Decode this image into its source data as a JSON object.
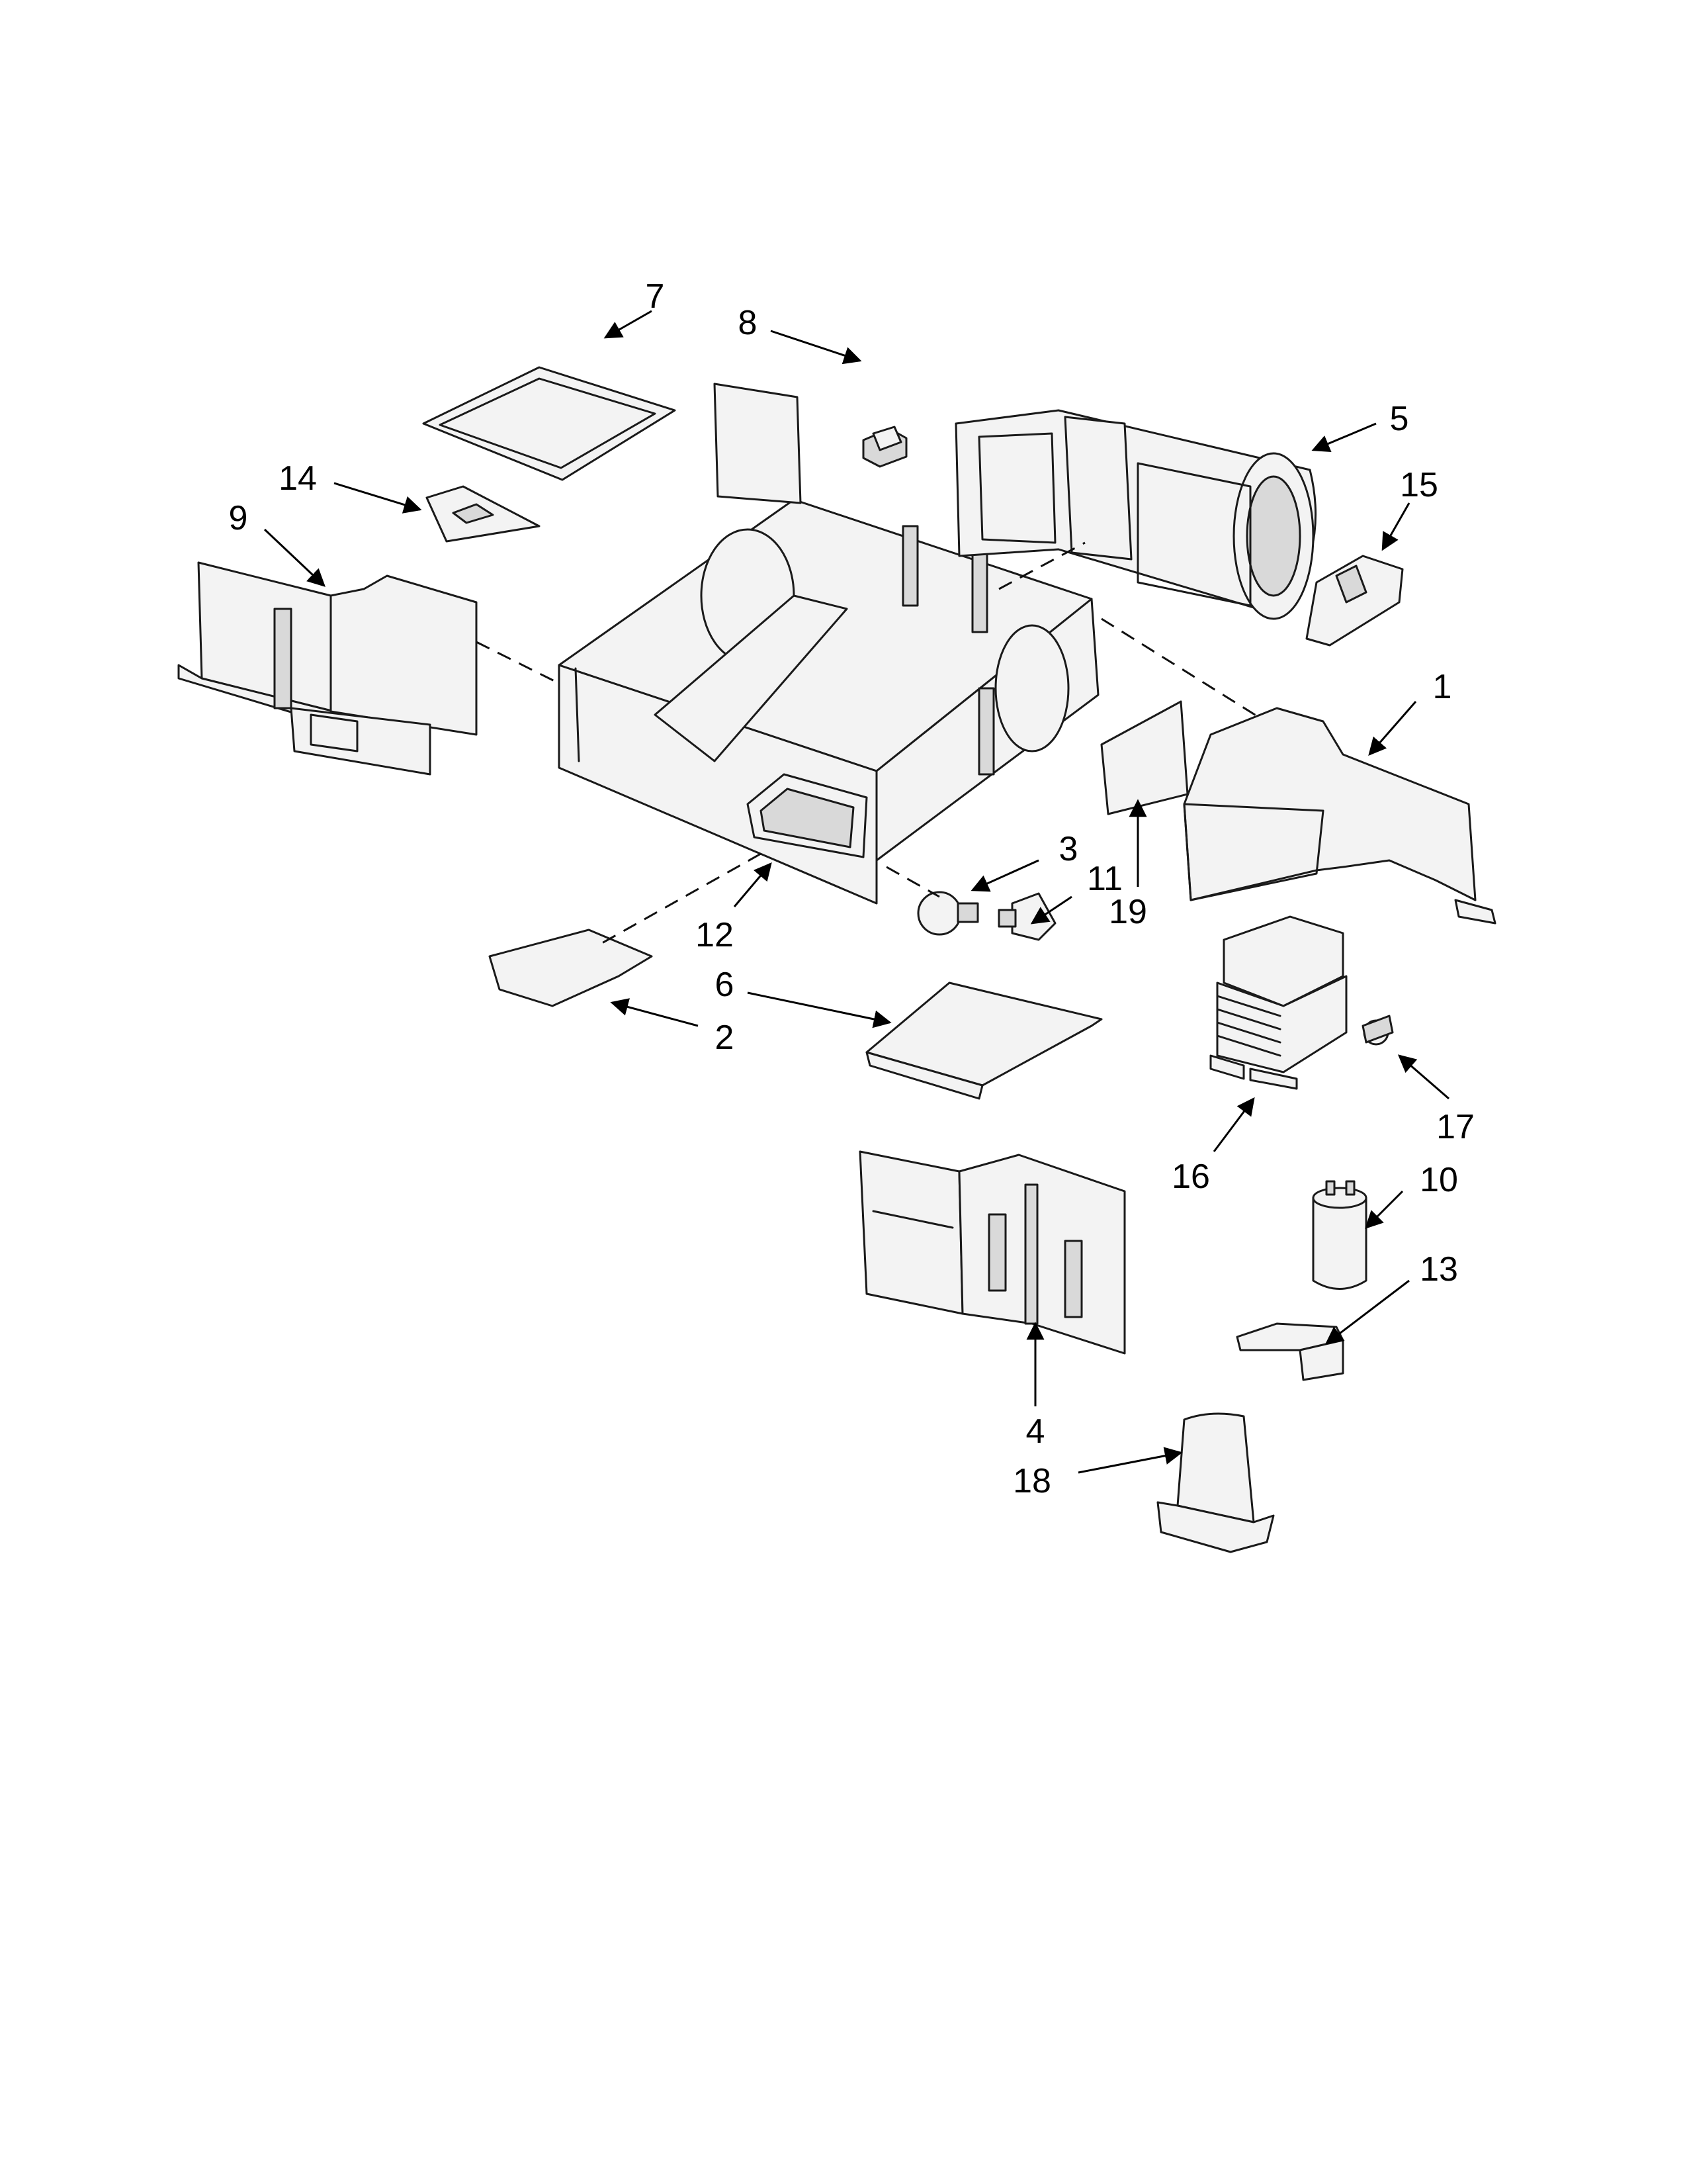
{
  "diagram": {
    "colors": {
      "stroke": "#1a1a1a",
      "fill": "#f3f3f3",
      "shade": "#d9d9d9",
      "background": "#ffffff"
    },
    "callouts": [
      {
        "id": "c1",
        "label": "1"
      },
      {
        "id": "c2",
        "label": "2"
      },
      {
        "id": "c3",
        "label": "3"
      },
      {
        "id": "c4",
        "label": "4"
      },
      {
        "id": "c5",
        "label": "5"
      },
      {
        "id": "c6",
        "label": "6"
      },
      {
        "id": "c7",
        "label": "7"
      },
      {
        "id": "c8",
        "label": "8"
      },
      {
        "id": "c9",
        "label": "9"
      },
      {
        "id": "c10",
        "label": "10"
      },
      {
        "id": "c11",
        "label": "11"
      },
      {
        "id": "c12",
        "label": "12"
      },
      {
        "id": "c13",
        "label": "13"
      },
      {
        "id": "c14",
        "label": "14"
      },
      {
        "id": "c15",
        "label": "15"
      },
      {
        "id": "c16",
        "label": "16"
      },
      {
        "id": "c17",
        "label": "17"
      },
      {
        "id": "c18",
        "label": "18"
      },
      {
        "id": "c19",
        "label": "19"
      }
    ]
  }
}
